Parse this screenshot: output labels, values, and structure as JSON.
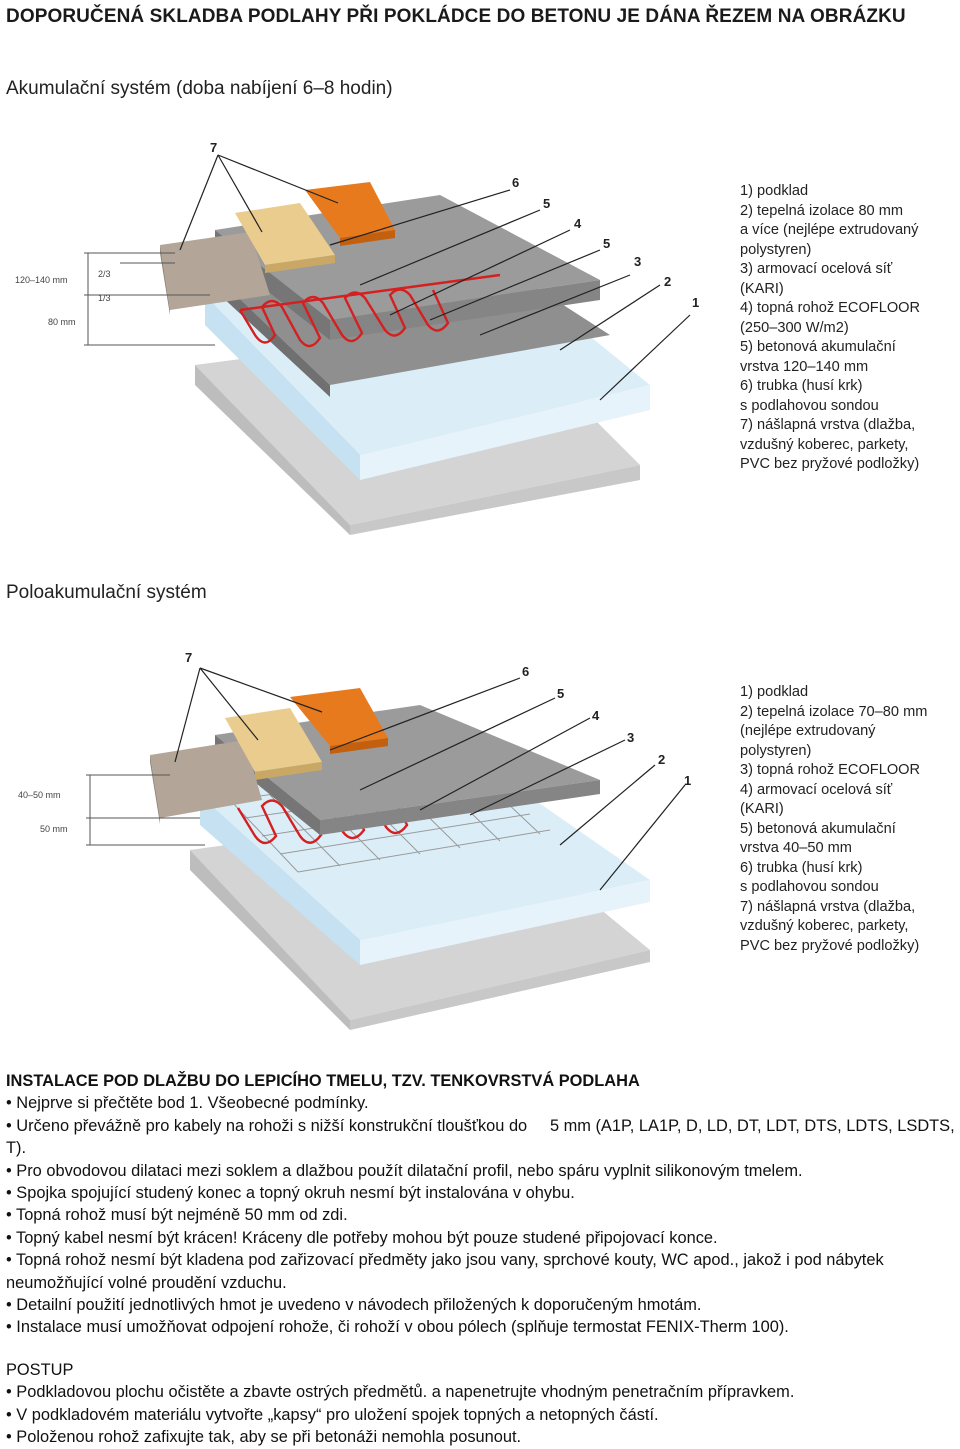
{
  "title": "DOPORUČENÁ SKLADBA PODLAHY PŘI POKLÁDCE DO BETONU JE DÁNA ŘEZEM NA OBRÁZKU",
  "systems": [
    {
      "heading": "Akumulační systém (doba nabíjení 6–8 hodin)",
      "dim_labels": [
        "120–140 mm",
        "80 mm",
        "2/3",
        "1/3"
      ],
      "numbers": [
        "7",
        "6",
        "5",
        "4",
        "5",
        "3",
        "2",
        "1"
      ],
      "legend": [
        "1) podklad",
        "2) tepelná izolace 80 mm",
        "a více (nejlépe extrudovaný",
        "polystyren)",
        "3) armovací ocelová síť",
        "(KARI)",
        "4) topná rohož ECOFLOOR",
        "(250–300 W/m2)",
        "5) betonová akumulační",
        "vrstva 120–140 mm",
        "6) trubka (husí krk)",
        "s podlahovou sondou",
        "7) nášlapná vrstva (dlažba,",
        "vzdušný koberec, parkety,",
        "PVC bez pryžové podložky)"
      ]
    },
    {
      "heading": "Poloakumulační systém",
      "dim_labels": [
        "40–50 mm",
        "50 mm"
      ],
      "numbers": [
        "7",
        "6",
        "5",
        "4",
        "3",
        "2",
        "1"
      ],
      "legend": [
        "1) podklad",
        "2) tepelná izolace 70–80 mm",
        "(nejlépe extrudovaný",
        "polystyren)",
        "3) topná rohož ECOFLOOR",
        "4) armovací ocelová síť",
        "(KARI)",
        "5) betonová akumulační",
        "vrstva 40–50 mm",
        "6) trubka (husí krk)",
        "s podlahovou sondou",
        "7) nášlapná vrstva (dlažba,",
        "vzdušný koberec, parkety,",
        "PVC bez pryžové podložky)"
      ]
    }
  ],
  "instructions": {
    "heading": "INSTALACE POD DLAŽBU DO LEPICÍHO TMELU, TZV. TENKOVRSTVÁ PODLAHA",
    "items": [
      "• Nejprve si přečtěte bod 1. Všeobecné podmínky.",
      "• Určeno převážně pro kabely na rohoži s nižší konstrukční tloušťkou do     5 mm (A1P, LA1P, D, LD, DT, LDT, DTS, LDTS, LSDTS, T).",
      "• Pro obvodovou dilataci mezi soklem a dlažbou použít dilatační profil, nebo spáru vyplnit silikonovým tmelem.",
      "• Spojka spojující studený konec a topný okruh nesmí být instalována v ohybu.",
      "• Topná rohož musí být nejméně 50 mm od zdi.",
      "• Topný kabel nesmí být krácen! Kráceny dle potřeby mohou být pouze studené připojovací konce.",
      "• Topná rohož nesmí být kladena pod zařizovací předměty jako jsou vany, sprchové kouty, WC apod., jakož i pod nábytek neumožňující volné proudění vzduchu.",
      "• Detailní použití jednotlivých hmot je uvedeno v návodech přiložených k doporučeným hmotám.",
      "• Instalace musí umožňovat odpojení rohože, či rohoží v obou pólech (splňuje termostat FENIX-Therm 100)."
    ]
  },
  "postup": {
    "heading": "POSTUP",
    "items": [
      "• Podkladovou plochu očistěte a zbavte ostrých předmětů. a napenetrujte vhodným penetračním přípravkem.",
      "• V podkladovém materiálu vytvořte „kapsy“ pro uložení spojek topných a netopných částí.",
      "• Položenou rohož zafixujte tak, aby se při betonáži nemohla posunout."
    ]
  },
  "colors": {
    "tile_orange": "#e87a1e",
    "parquet": "#e8c98a",
    "carpet": "#b0a396",
    "concrete": "#8e8e8e",
    "insulation": "#d8ecf7",
    "base": "#d4d4d4",
    "cable": "#d42020"
  }
}
